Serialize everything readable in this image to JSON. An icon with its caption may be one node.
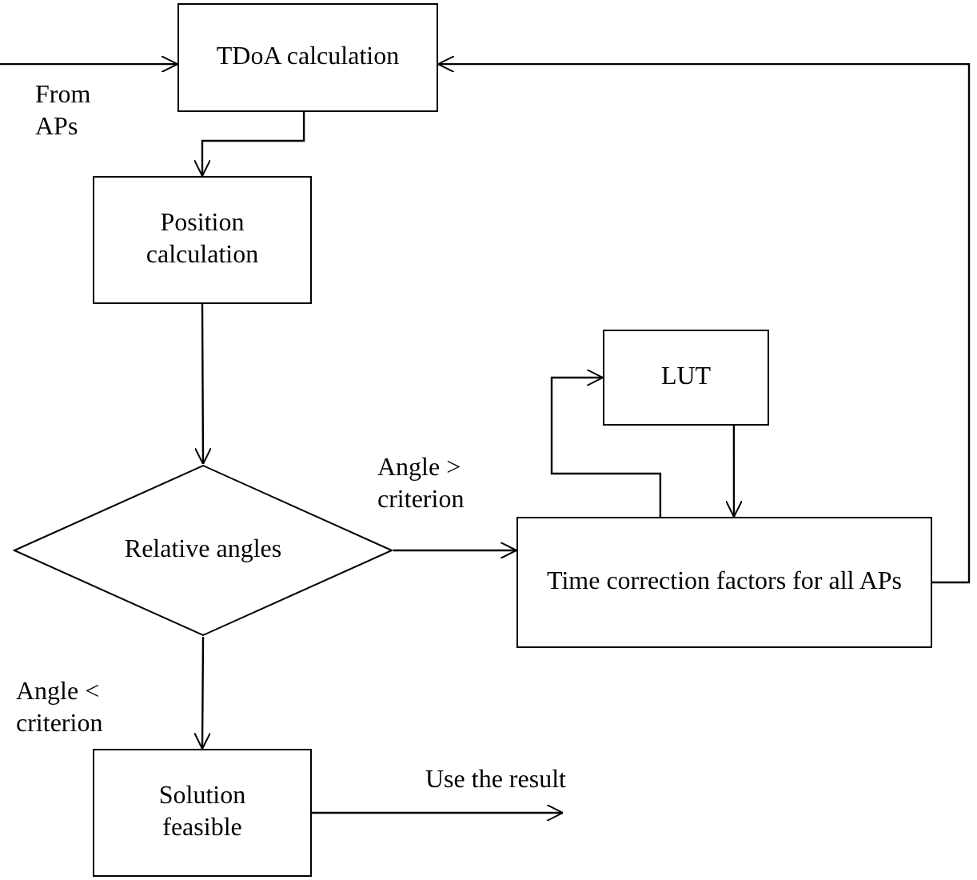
{
  "diagram": {
    "nodes": [
      {
        "text": [
          "TDoA calculation"
        ]
      },
      {
        "text": [
          "Position calculation"
        ]
      },
      {
        "text": [
          "Relative angles"
        ]
      },
      {
        "text": [
          "LUT"
        ]
      },
      {
        "text": [
          "Time correction factors for all APs"
        ]
      },
      {
        "text": [
          "Solution feasible"
        ]
      }
    ],
    "edges": [
      {
        "from": null,
        "to": 0,
        "arrow": "to",
        "label": "From APs"
      },
      {
        "from": 0,
        "to": 1,
        "arrow": "to"
      },
      {
        "from": 1,
        "to": 2,
        "arrow": "to"
      },
      {
        "from": 2,
        "to": 4,
        "arrow": "to",
        "label": "Angle > criterion"
      },
      {
        "from": 2,
        "to": 5,
        "arrow": "to",
        "label": "Angle < criterion"
      },
      {
        "from": 5,
        "to": null,
        "arrow": "to",
        "label": "Use the result"
      },
      {
        "from": 4,
        "to": 0,
        "arrow": "to"
      },
      {
        "from": 4,
        "to": 3,
        "arrow": "to"
      },
      {
        "from": 3,
        "to": 4,
        "arrow": "to"
      }
    ]
  }
}
